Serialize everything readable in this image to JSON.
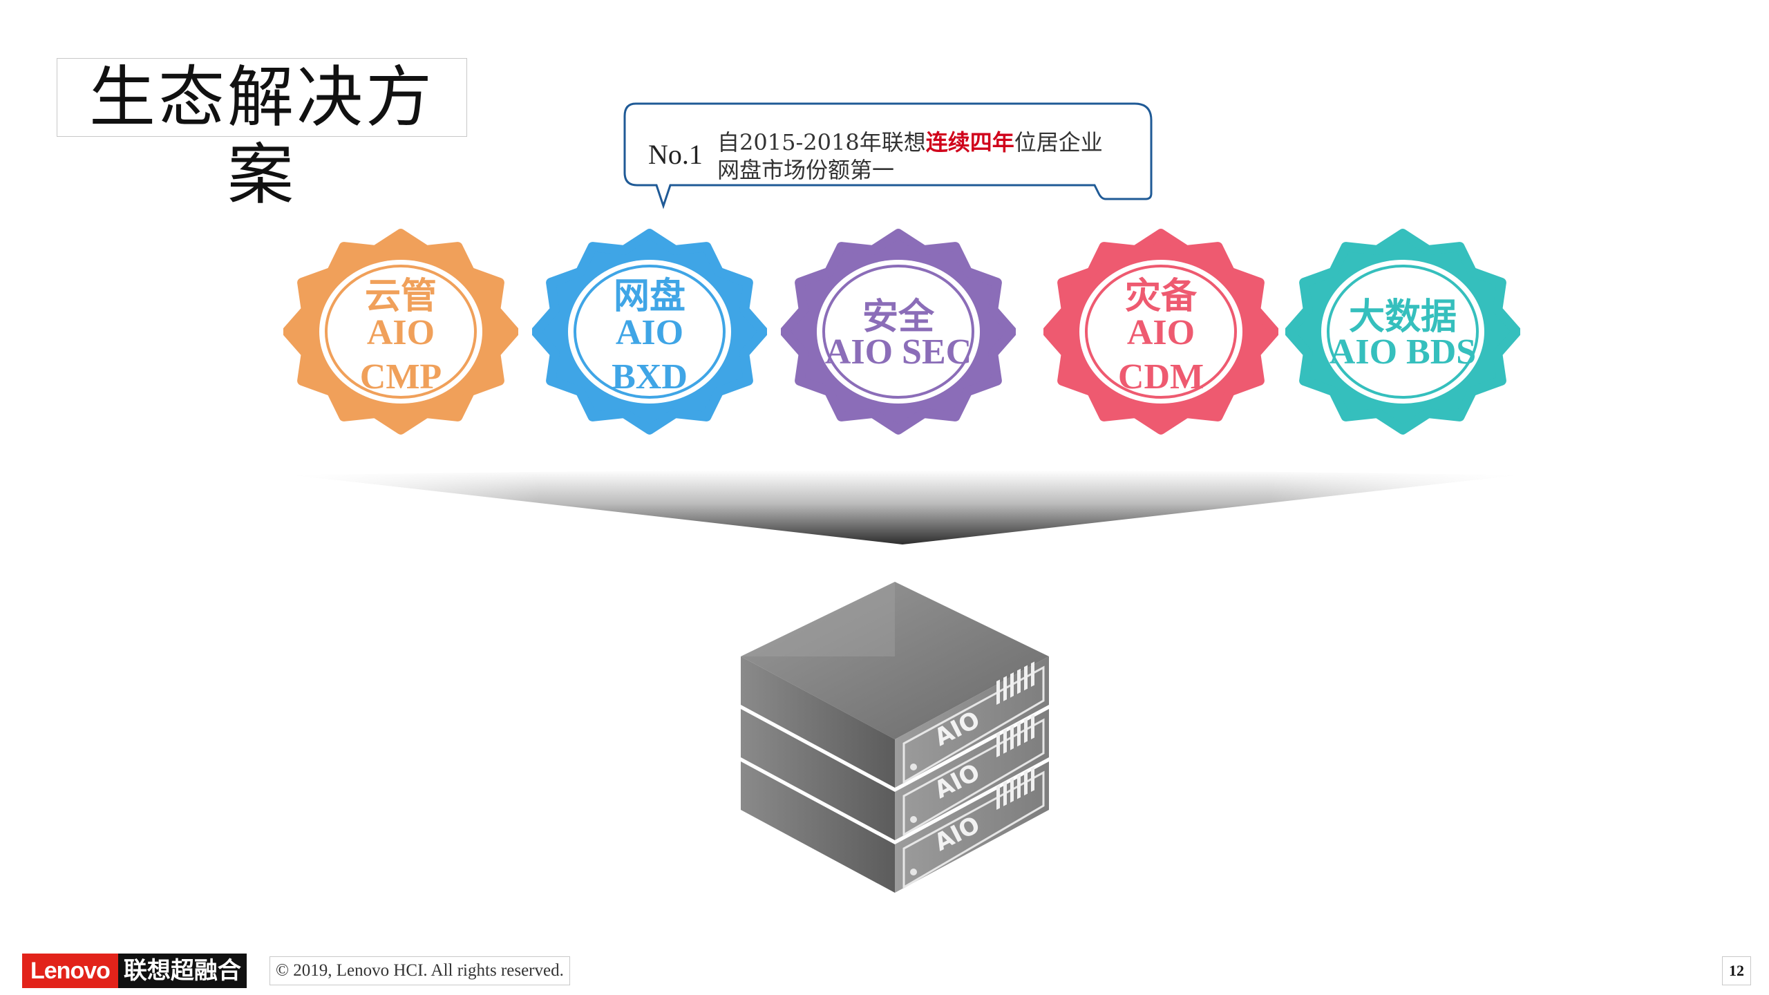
{
  "slide": {
    "title": "生态解决方案",
    "page_number": "12"
  },
  "callout": {
    "badge": "No.1",
    "text_prefix": "自2015-2018年联想",
    "text_highlight": "连续四年",
    "text_suffix": "位居企业网盘市场份额第一",
    "highlight_color": "#d0021b",
    "border_color": "#1f5a96"
  },
  "products": [
    {
      "cn": "云管",
      "line1": "AIO",
      "line2": "CMP",
      "color": "#f0a05a"
    },
    {
      "cn": "网盘",
      "line1": "AIO",
      "line2": "BXD",
      "color": "#3fa5e6"
    },
    {
      "cn": "安全",
      "line1": "AIO SEC",
      "line2": "",
      "color": "#8b6db8"
    },
    {
      "cn": "灾备",
      "line1": "AIO",
      "line2": "CDM",
      "color": "#ee5a70"
    },
    {
      "cn": "大数据",
      "line1": "AIO BDS",
      "line2": "",
      "color": "#35bfbd"
    }
  ],
  "server": {
    "unit_label": "AIO",
    "units": 3,
    "color": "#7a7a7a"
  },
  "footer": {
    "brand": "Lenovo",
    "brand_cn": "联想超融合",
    "copyright": "© 2019, Lenovo HCI. All rights reserved."
  }
}
